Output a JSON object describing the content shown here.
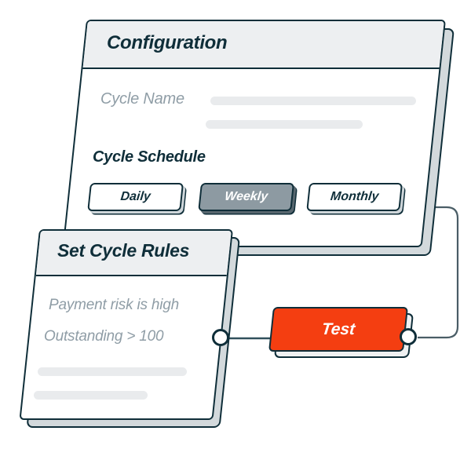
{
  "colors": {
    "navy_outline": "#0f2e39",
    "accent_red": "#f43e11",
    "selected_gray": "#8d9aa2",
    "header_bg": "#edeff1",
    "depth_gray": "#d3d9dc",
    "muted_text": "#8f9da6",
    "skeleton": "#e9ebed",
    "connector_line": "#4a5d66"
  },
  "config_card": {
    "title": "Configuration",
    "cycle_name_label": "Cycle Name",
    "schedule_label": "Cycle Schedule",
    "schedule_options": [
      {
        "label": "Daily",
        "selected": false
      },
      {
        "label": "Weekly",
        "selected": true
      },
      {
        "label": "Monthly",
        "selected": false
      }
    ]
  },
  "rules_card": {
    "title": "Set Cycle Rules",
    "rules": [
      "Payment risk is high",
      "Outstanding > 100"
    ]
  },
  "flow": {
    "test_button_label": "Test"
  }
}
